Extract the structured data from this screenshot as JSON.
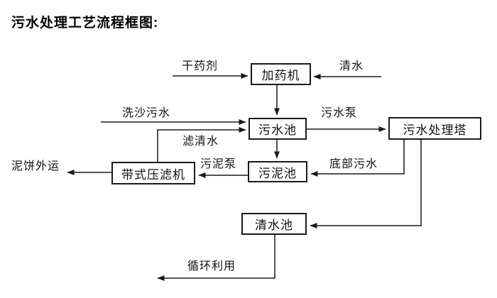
{
  "title": "污水处理工艺流程框图:",
  "colors": {
    "background": "#ffffff",
    "line": "#1a1a1a",
    "text": "#111111"
  },
  "nodes": {
    "dosing_machine": "加药机",
    "sewage_pool": "污水池",
    "treatment_tower": "污水处理塔",
    "sludge_pool": "污泥池",
    "belt_filter_press": "带式压滤机",
    "clean_water_pool": "清水池"
  },
  "edge_labels": {
    "dry_agent": "干药剂",
    "clean_water": "清水",
    "sand_washing_sewage": "洗沙污水",
    "filtered_water": "滤清水",
    "sewage_pump": "污水泵",
    "sludge_pump": "污泥泵",
    "bottom_sewage": "底部污水",
    "mud_cake_out": "泥饼外运",
    "recycle": "循环利用"
  },
  "flows": [
    {
      "from": "external",
      "to": "加药机",
      "label": "干药剂"
    },
    {
      "from": "external",
      "to": "加药机",
      "label": "清水"
    },
    {
      "from": "加药机",
      "to": "污水池",
      "label": ""
    },
    {
      "from": "external",
      "to": "污水池",
      "label": "洗沙污水"
    },
    {
      "from": "带式压滤机",
      "to": "污水池",
      "label": "滤清水"
    },
    {
      "from": "污水池",
      "to": "污水处理塔",
      "label": "污水泵"
    },
    {
      "from": "污水池",
      "to": "污泥池",
      "label": ""
    },
    {
      "from": "污水处理塔",
      "to": "污泥池",
      "label": "底部污水"
    },
    {
      "from": "污泥池",
      "to": "带式压滤机",
      "label": "污泥泵"
    },
    {
      "from": "带式压滤机",
      "to": "external",
      "label": "泥饼外运"
    },
    {
      "from": "污水处理塔",
      "to": "清水池",
      "label": ""
    },
    {
      "from": "清水池",
      "to": "external",
      "label": "循环利用"
    }
  ]
}
